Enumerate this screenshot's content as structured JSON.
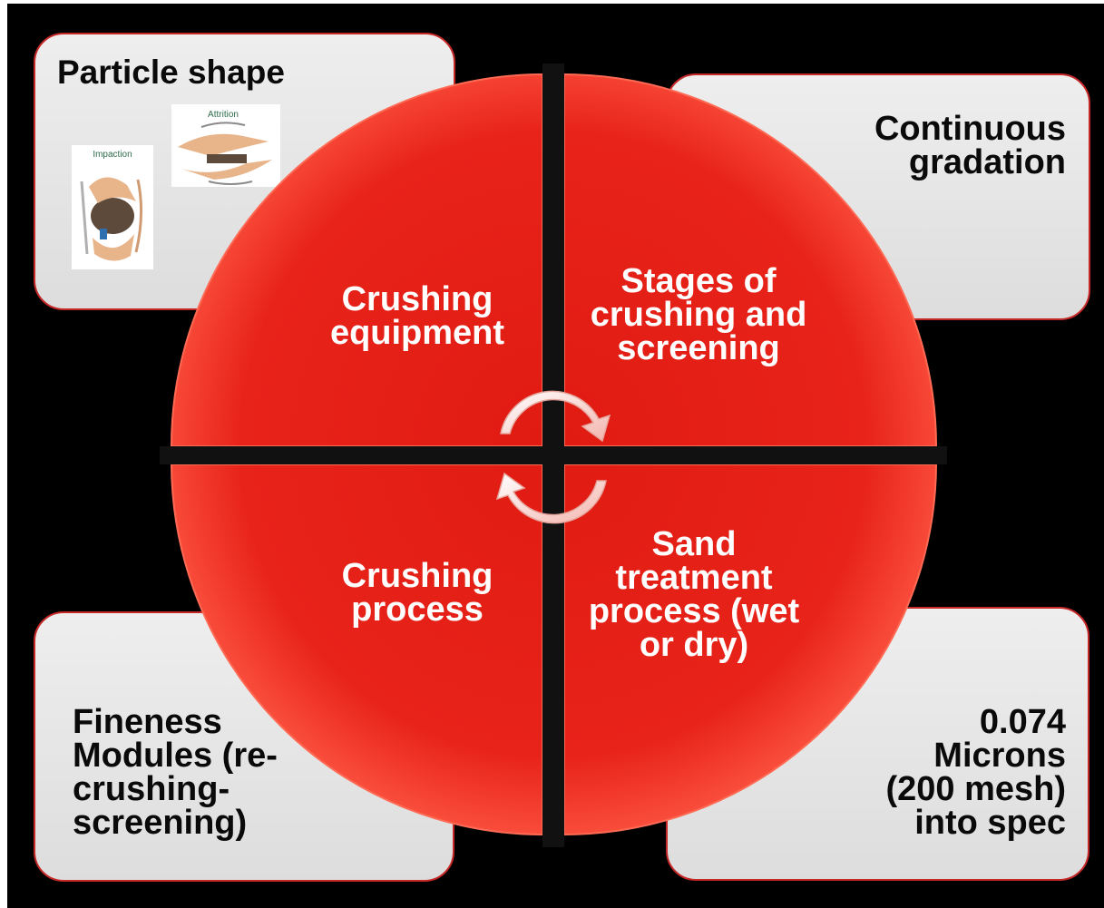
{
  "colors": {
    "background": "#000000",
    "corner_fill": "#e6e6e6",
    "corner_border": "#c62828",
    "quadrant_fill": "#e8231a",
    "quadrant_highlight": "#ff6a55",
    "separator": "#111111",
    "label_dark": "#0a0a0a",
    "label_light": "#ffffff"
  },
  "corners": {
    "top_left": {
      "title": "Particle shape",
      "image_labels": {
        "impaction": "Impaction",
        "attrition": "Attrition"
      }
    },
    "top_right": {
      "text": "Continuous\ngradation"
    },
    "bottom_left": {
      "text": "Fineness\nModules  (re-\ncrushing-\nscreening)"
    },
    "bottom_right": {
      "text": "0.074\nMicrons\n(200 mesh)\ninto spec"
    }
  },
  "quadrants": {
    "top_left": "Crushing\nequipment",
    "top_right": "Stages of\ncrushing and\nscreening",
    "bottom_left": "Crushing\nprocess",
    "bottom_right": "Sand\ntreatment\nprocess (wet\nor dry)"
  },
  "center_icon": "circular-arrows-icon"
}
